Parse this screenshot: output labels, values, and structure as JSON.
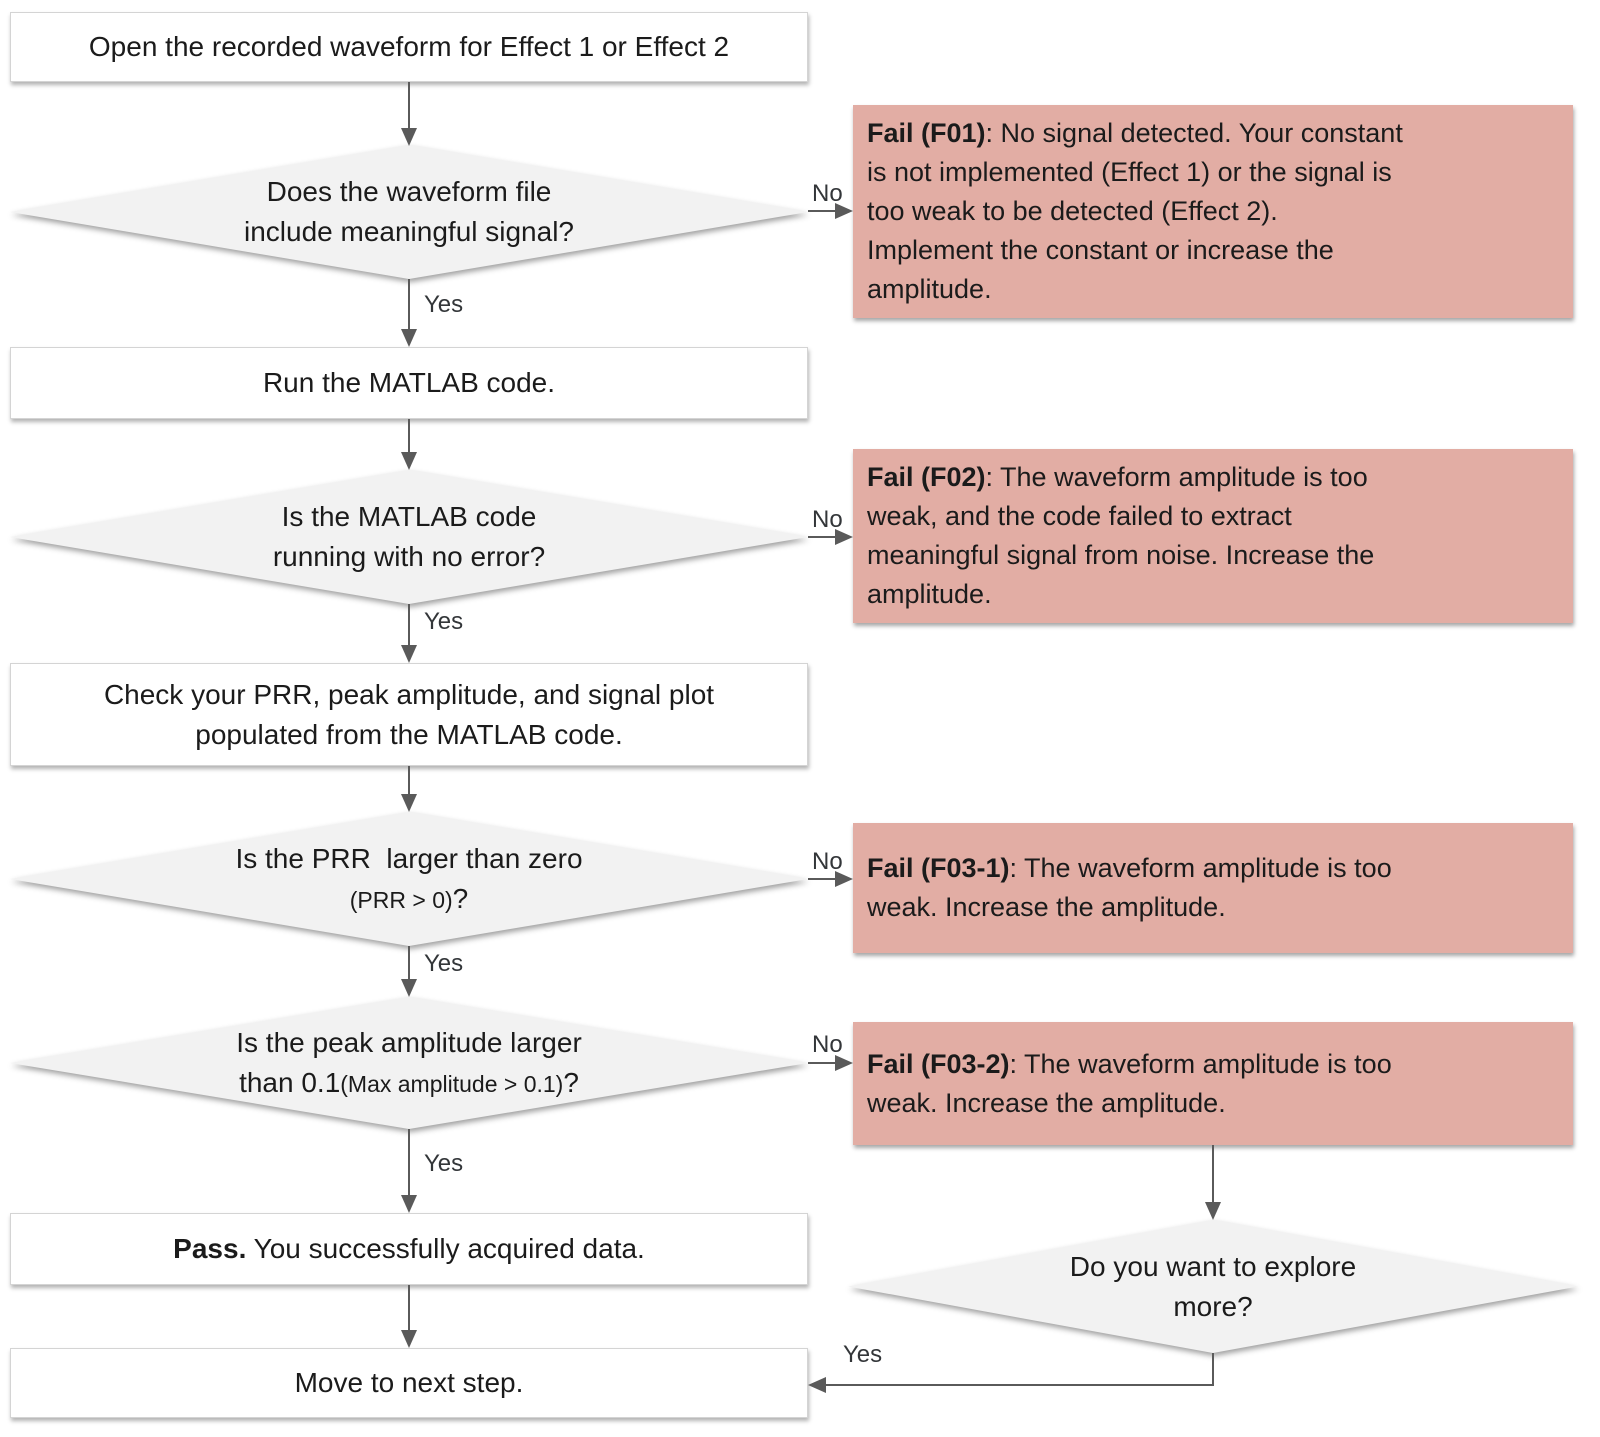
{
  "boxes": {
    "open": "Open the recorded waveform for Effect 1 or Effect 2",
    "run": "Run the MATLAB code.",
    "check_line1": "Check your PRR, peak amplitude, and signal plot",
    "check_line2": "populated from the MATLAB code.",
    "pass_bold": "Pass.",
    "pass_rest": " You successfully acquired data.",
    "move": "Move to next step."
  },
  "decisions": {
    "signal": {
      "line1": "Does the waveform file",
      "line2": "include meaningful signal?"
    },
    "no_error": {
      "line1": "Is the MATLAB code",
      "line2": "running with no error?"
    },
    "prr": {
      "line1": "Is the PRR  larger than zero",
      "small": "(PRR > 0)",
      "suffix": "?"
    },
    "peak": {
      "line1": "Is the peak amplitude larger",
      "prefix": "than 0.1",
      "small": "(Max amplitude > 0.1)",
      "suffix": "?"
    },
    "explore": {
      "line1": "Do you want to explore",
      "line2": "more?"
    }
  },
  "fails": {
    "f01": {
      "label": "Fail (F01)",
      "rest": ": No signal detected. Your constant\nis not implemented (Effect 1) or the signal is\ntoo weak to be detected (Effect 2).\nImplement the constant or increase the\namplitude."
    },
    "f02": {
      "label": "Fail (F02)",
      "rest": ": The waveform amplitude is too\nweak, and the code failed to extract\nmeaningful signal from noise. Increase the\namplitude."
    },
    "f03_1": {
      "label": "Fail (F03-1)",
      "rest": ": The waveform amplitude is too\nweak. Increase the amplitude."
    },
    "f03_2": {
      "label": "Fail (F03-2)",
      "rest": ": The waveform amplitude is too\nweak. Increase the amplitude."
    }
  },
  "labels": {
    "yes": "Yes",
    "no": "No"
  },
  "colors": {
    "fail_bg": "#e2ada4",
    "diamond_bg": "#f2f2f2",
    "box_bg": "#ffffff",
    "line": "#5a5a5a"
  }
}
